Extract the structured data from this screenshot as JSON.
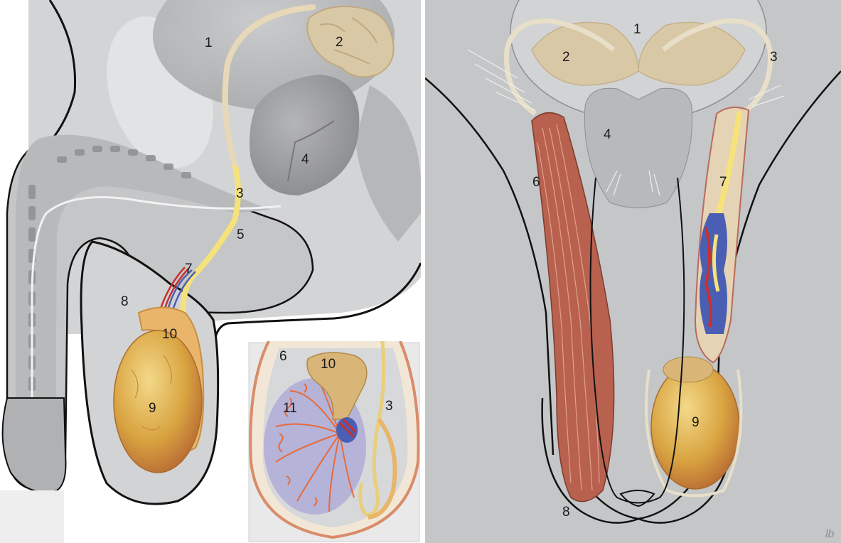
{
  "left_diagram": {
    "labels": [
      "1",
      "2",
      "3",
      "4",
      "5",
      "7",
      "8",
      "9",
      "10"
    ]
  },
  "inset": {
    "labels": [
      "6",
      "10",
      "11",
      "3"
    ]
  },
  "right_diagram": {
    "labels": [
      "1",
      "2",
      "3",
      "4",
      "6",
      "7",
      "9",
      "8"
    ],
    "signature": "lb"
  },
  "colors": {
    "background_gray": "#c4c6c8",
    "tissue_gray": "#d2d3d4",
    "organ_gray": "#9fa0a2",
    "vas_deferens_yellow": "#f6e27a",
    "seminal_vesicle_beige": "#d9c8a6",
    "testis_gold": "#d9a441",
    "epididymis_orange": "#e8b56a",
    "cremaster_red": "#b8614f",
    "vein_blue": "#4a5fb3",
    "artery_red": "#c8302e",
    "tubule_orange": "#e86a3a",
    "lobule_lavender": "#b5b3d8"
  }
}
